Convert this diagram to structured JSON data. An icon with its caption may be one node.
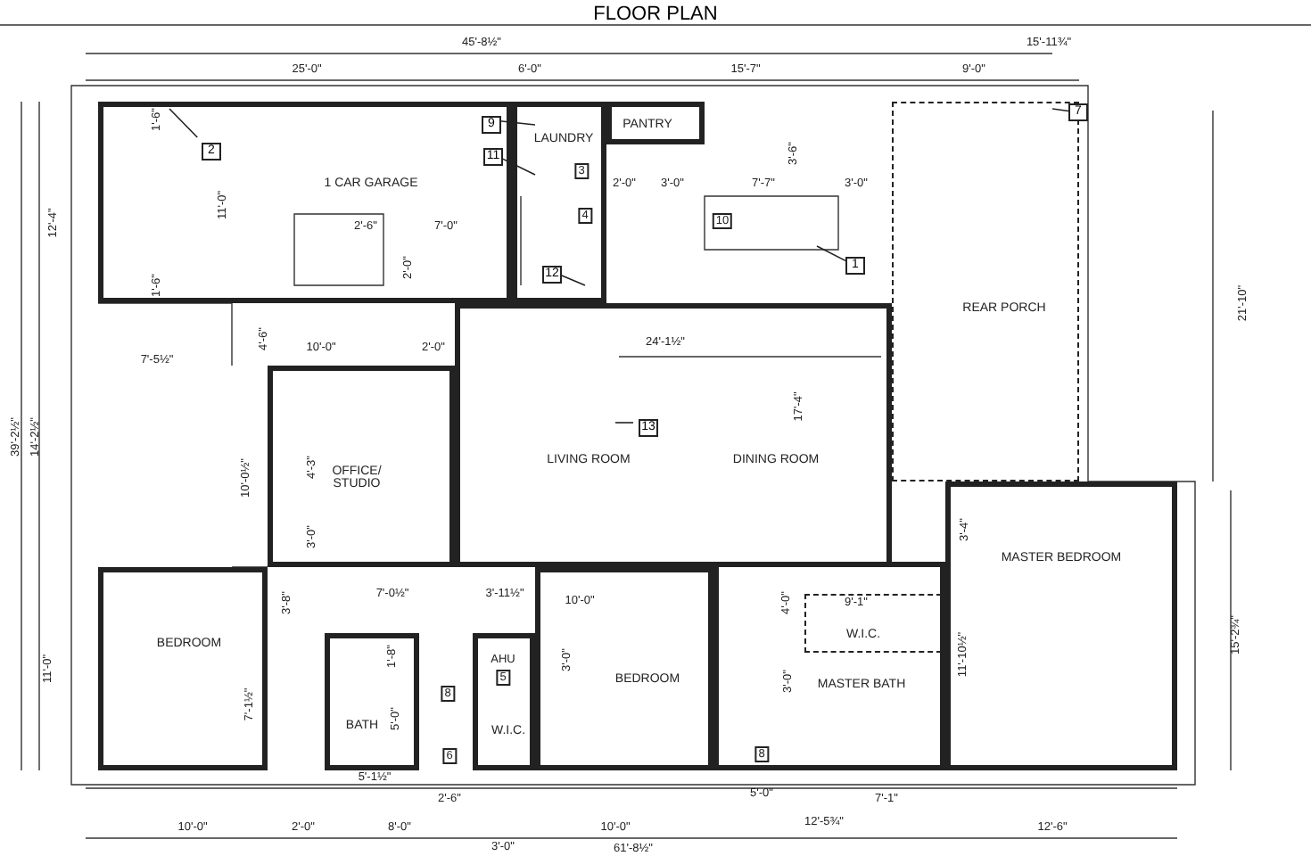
{
  "diagram": {
    "title": "FLOOR PLAN",
    "nodes": [
      {
        "text": [
          "1 CAR GARAGE"
        ]
      },
      {
        "text": [
          "LAUNDRY"
        ]
      },
      {
        "text": [
          "PANTRY"
        ]
      },
      {
        "text": [
          "LIVING ROOM",
          "DINING ROOM"
        ]
      },
      {
        "text": [
          "REAR PORCH"
        ]
      },
      {
        "text": [
          "OFFICE/ STUDIO"
        ]
      },
      {
        "text": [
          "BEDROOM"
        ]
      },
      {
        "text": [
          "BATH"
        ]
      },
      {
        "text": [
          "W.I.C."
        ]
      },
      {
        "text": [
          "BEDROOM"
        ]
      },
      {
        "text": [
          "MASTER BATH"
        ]
      },
      {
        "text": [
          "W.I.C."
        ],
        "in": 10
      },
      {
        "text": [
          "MASTER BEDROOM"
        ]
      },
      {
        "text": [
          "2"
        ],
        "in": 0
      },
      {
        "text": [
          "9"
        ],
        "in": 0
      },
      {
        "text": [
          "11"
        ],
        "in": 0
      },
      {
        "text": [
          "12"
        ],
        "in": 1
      },
      {
        "text": [
          "1"
        ]
      },
      {
        "text": [
          "7"
        ]
      },
      {
        "text": [
          "13"
        ],
        "in": 3
      }
    ],
    "edges": [
      {
        "from": 13,
        "to": 0,
        "arrow": "none"
      },
      {
        "from": 14,
        "to": 1,
        "arrow": "none"
      },
      {
        "from": 15,
        "to": 1,
        "arrow": "none"
      },
      {
        "from": 16,
        "to": 1,
        "arrow": "none"
      },
      {
        "from": 17,
        "to": null,
        "arrow": "none"
      },
      {
        "from": 18,
        "to": 4,
        "arrow": "none"
      },
      {
        "from": 19,
        "to": 3,
        "arrow": "none"
      }
    ],
    "labels": [
      "45'-8½\"",
      "25'-0\"",
      "6'-0\"",
      "15'-7\"",
      "15'-11¾\"",
      "9'-0\"",
      "12'-4\"",
      "39'-2½\"",
      "14'-2½\"",
      "1'-6\"",
      "11'-0\"",
      "1'-6\"",
      "2'-6\"",
      "7'-0\"",
      "2'-0\"",
      "3",
      "4",
      "2'-0\"",
      "3'-0\"",
      "7'-7\"",
      "3'-0\"",
      "3'-6\"",
      "10",
      "4'-6\"",
      "10'-0\"",
      "2'-0\"",
      "7'-5½\"",
      "24'-1½\"",
      "21'-10\"",
      "17'-4\"",
      "10'-0½\"",
      "4'-3\"",
      "3'-0\"",
      "7'-0½\"",
      "3'-11½\"",
      "10'-0\"",
      "3'-8\"",
      "9'-1\"",
      "4'-0\"",
      "3'-4\"",
      "1'-8\"",
      "AHU",
      "5",
      "3'-0\"",
      "8",
      "7'-1½\"",
      "11'-10½\"",
      "3'-0\"",
      "5'-0\"",
      "6",
      "8",
      "15'-2¾\"",
      "11'-0\"",
      "5'-1½\"",
      "2'-6\"",
      "5'-0\"",
      "7'-1\"",
      "10'-0\"",
      "2'-0\"",
      "8'-0\"",
      "3'-0\"",
      "10'-0\"",
      "12'-5¾\"",
      "12'-6\"",
      "61'-8½\""
    ]
  }
}
